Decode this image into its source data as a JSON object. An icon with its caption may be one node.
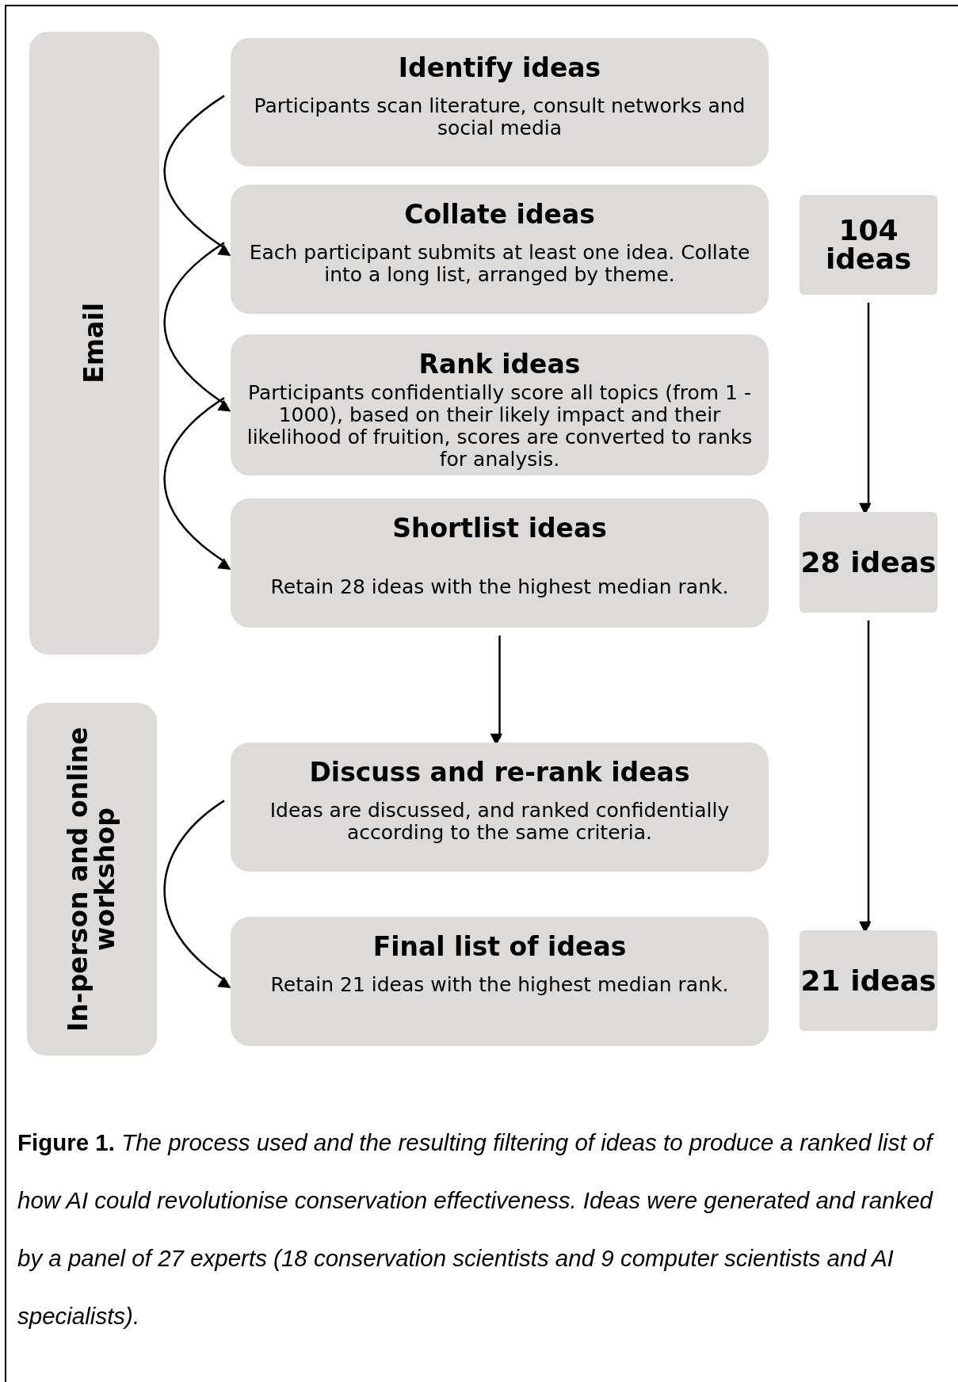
{
  "diagram": {
    "caption": "**Figure 1.** *The process used and the resulting filtering of ideas to produce a ranked list of how AI could revolutionise conservation effectiveness. Ideas were generated and ranked by a panel of 27 experts (18 conservation scientists and 9 computer scientists and AI specialists).*",
    "nodes": [
      {
        "text": [
          "Email"
        ]
      },
      {
        "text": [
          "Identify ideas",
          "Participants scan literature, consult networks and social media"
        ]
      },
      {
        "text": [
          "Collate ideas",
          "Each participant submits at least one idea. Collate into a long list, arranged by theme."
        ]
      },
      {
        "text": [
          "104 ideas"
        ]
      },
      {
        "text": [
          "Rank ideas",
          "Participants confidentially score all topics (from 1 - 1000), based on their likely impact and their likelihood of fruition, scores are converted to ranks for analysis."
        ]
      },
      {
        "text": [
          "Shortlist ideas",
          "Retain 28 ideas with the highest median rank."
        ]
      },
      {
        "text": [
          "28 ideas"
        ]
      },
      {
        "text": [
          "In-person and online workshop"
        ]
      },
      {
        "text": [
          "Discuss and re-rank ideas",
          "Ideas are discussed, and ranked confidentially according to the same criteria."
        ]
      },
      {
        "text": [
          "Final list of ideas",
          "Retain 21 ideas with the highest median rank."
        ]
      },
      {
        "text": [
          "21 ideas"
        ]
      }
    ],
    "edges": [
      {
        "from": 1,
        "to": 2,
        "arrow": "to"
      },
      {
        "from": 2,
        "to": 4,
        "arrow": "to"
      },
      {
        "from": 4,
        "to": 5,
        "arrow": "to"
      },
      {
        "from": 5,
        "to": 8,
        "arrow": "to"
      },
      {
        "from": 8,
        "to": 9,
        "arrow": "to"
      },
      {
        "from": 3,
        "to": 6,
        "arrow": "to"
      },
      {
        "from": 6,
        "to": 10,
        "arrow": "to"
      }
    ]
  }
}
